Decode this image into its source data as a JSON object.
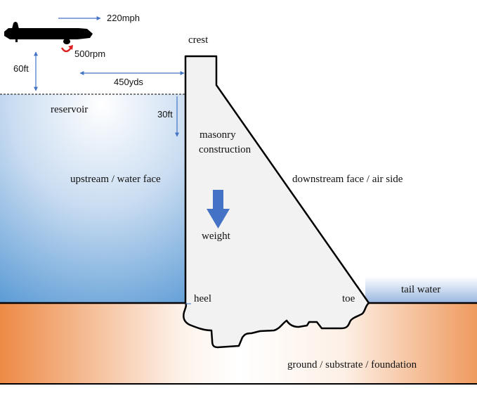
{
  "diagram": {
    "title": "Gravity dam cross-section with bouncing bomb approach",
    "labels": {
      "speed": "220mph",
      "spin": "500rpm",
      "altitude": "60ft",
      "release_distance": "450yds",
      "depth": "30ft",
      "crest": "crest",
      "reservoir": "reservoir",
      "masonry_line1": "masonry",
      "masonry_line2": "construction",
      "upstream_face": "upstream / water face",
      "downstream_face": "downstream face / air side",
      "weight": "weight",
      "heel": "heel",
      "toe": "toe",
      "tail_water": "tail water",
      "ground": "ground / substrate / foundation"
    },
    "colors": {
      "arrow_blue": "#4472c4",
      "spin_red": "#e02020",
      "reservoir_light": "#eaf2fb",
      "reservoir_dark": "#5b9bd5",
      "ground_orange": "#ed8a45",
      "dam_fill": "#f2f2f2",
      "outline": "#000000"
    }
  }
}
